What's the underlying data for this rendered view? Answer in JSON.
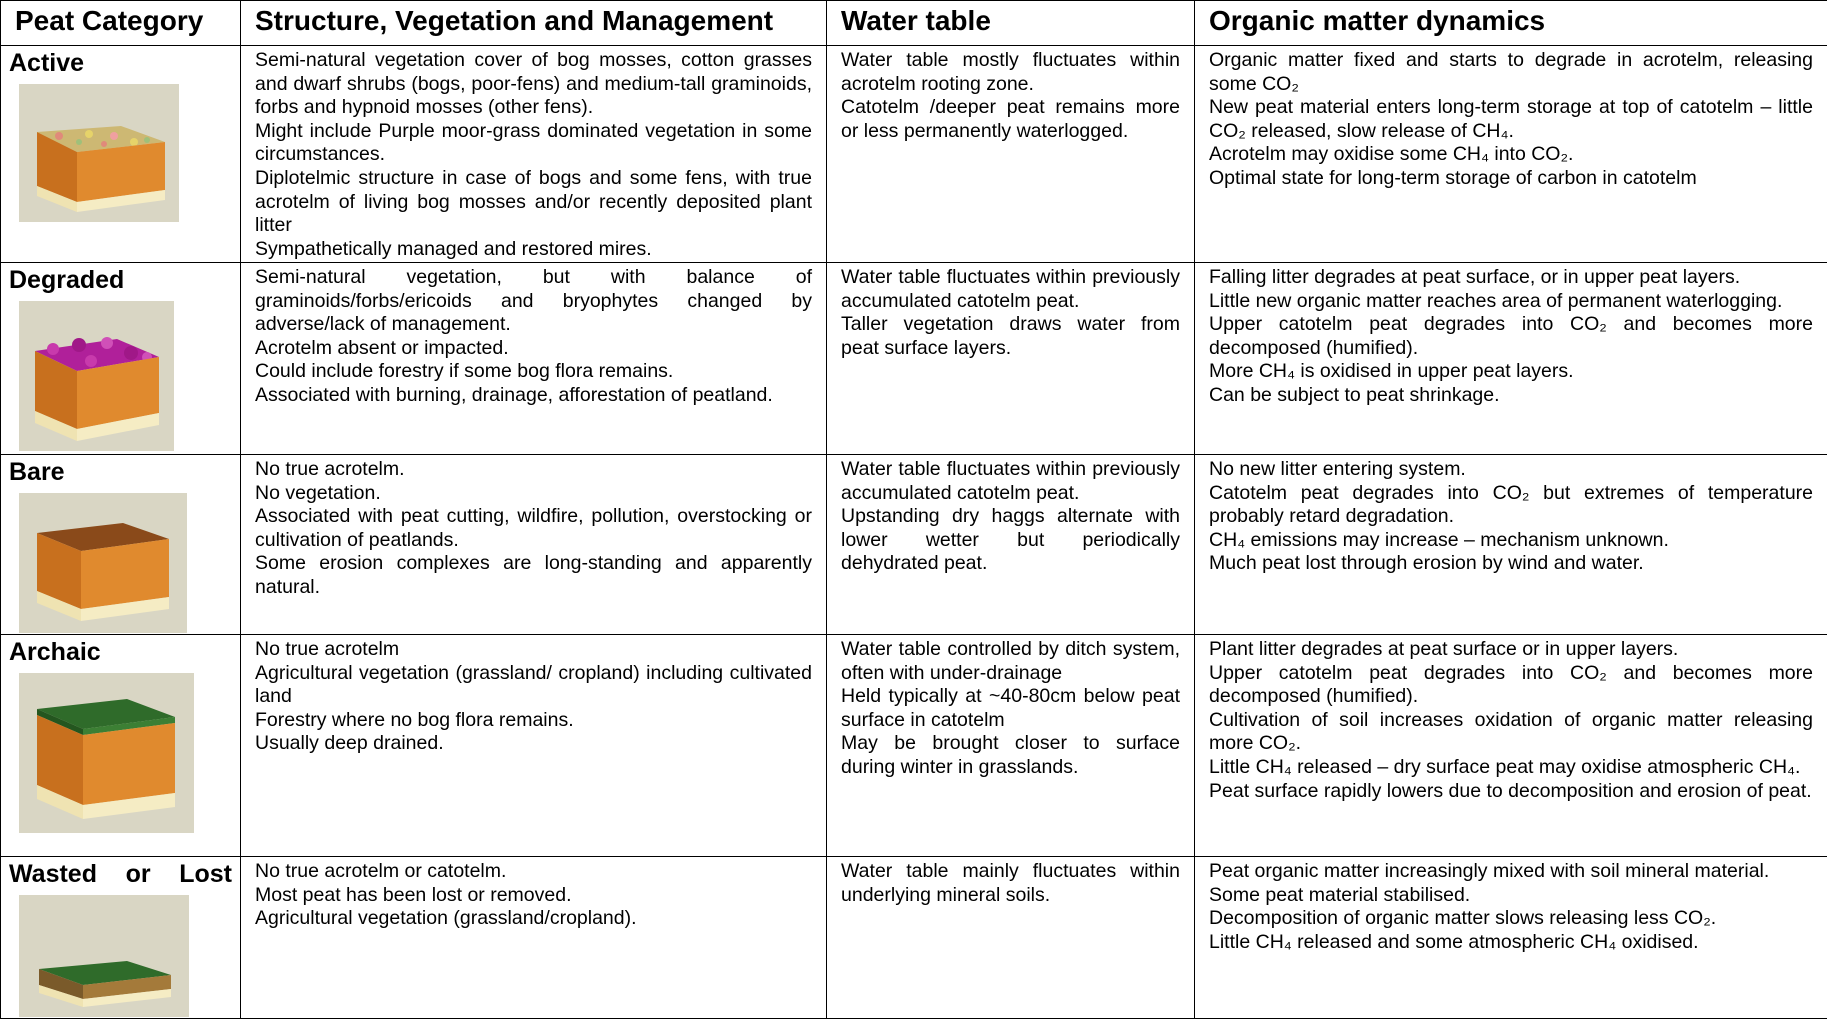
{
  "headers": {
    "category": "Peat Category",
    "structure": "Structure, Vegetation and Management",
    "water": "Water table",
    "organic": "Organic matter dynamics"
  },
  "rows": [
    {
      "category": "Active",
      "top_color": "#c8b46a",
      "structure": [
        "Semi-natural vegetation cover of bog mosses, cotton grasses and dwarf shrubs (bogs, poor-fens) and medium-tall graminoids, forbs and hypnoid mosses (other fens).",
        "Might include Purple moor-grass dominated vegetation in some circumstances.",
        "Diplotelmic structure in case of bogs and some fens, with true acrotelm of living bog mosses and/or recently deposited plant litter",
        "Sympathetically managed and restored mires."
      ],
      "water": [
        "Water table mostly fluctuates within acrotelm rooting zone.",
        "Catotelm /deeper peat remains more or less permanently waterlogged."
      ],
      "organic": [
        "Organic matter fixed and starts to degrade in acrotelm, releasing some CO₂",
        "New peat material enters long-term storage at top of catotelm – little CO₂ released, slow release of CH₄.",
        "Acrotelm may oxidise some CH₄ into CO₂.",
        "Optimal state for long-term storage of carbon in catotelm"
      ]
    },
    {
      "category": "Degraded",
      "top_color": "#b0209a",
      "structure": [
        "Semi-natural vegetation, but with balance of graminoids/forbs/ericoids and bryophytes changed by adverse/lack of management.",
        "Acrotelm absent or impacted.",
        "Could include forestry if some bog flora remains.",
        "Associated with burning, drainage, afforestation of peatland."
      ],
      "water": [
        "Water table fluctuates within previously accumulated catotelm peat.",
        "Taller vegetation draws water from peat surface layers."
      ],
      "organic": [
        "Falling litter degrades at peat surface, or in upper peat layers.",
        "Little new organic matter reaches area of permanent waterlogging.",
        "Upper catotelm peat degrades into CO₂ and becomes more decomposed (humified).",
        "More CH₄ is oxidised in upper peat layers.",
        "Can be subject to peat shrinkage."
      ]
    },
    {
      "category": "Bare",
      "top_color": "#8a4a1a",
      "structure": [
        "No true acrotelm.",
        "No vegetation.",
        "Associated with peat cutting, wildfire, pollution, overstocking or cultivation of peatlands.",
        "Some erosion complexes are long-standing and apparently natural."
      ],
      "water": [
        "Water table fluctuates within previously accumulated catotelm peat.",
        "Upstanding dry haggs alternate with lower wetter but periodically dehydrated peat."
      ],
      "organic": [
        "No new litter entering system.",
        "Catotelm peat degrades into CO₂ but extremes of temperature probably retard degradation.",
        "CH₄ emissions may increase – mechanism unknown.",
        "Much peat lost through erosion by wind and water."
      ]
    },
    {
      "category": "Archaic",
      "top_color": "#2f6b2a",
      "structure": [
        "No true acrotelm",
        "Agricultural vegetation (grassland/ cropland) including cultivated land",
        "Forestry where no bog flora remains.",
        "Usually deep drained."
      ],
      "water": [
        "Water table controlled by ditch system, often with under-drainage",
        "Held typically at ~40-80cm below peat surface in catotelm",
        "May be brought closer to surface during winter in grasslands."
      ],
      "organic": [
        "Plant litter degrades at peat surface or in upper layers.",
        "Upper catotelm peat degrades into CO₂ and becomes more decomposed (humified).",
        "Cultivation of soil increases oxidation of organic matter releasing more CO₂.",
        "Little CH₄ released – dry surface peat may oxidise atmospheric CH₄.",
        "Peat surface rapidly lowers due to decomposition and erosion of peat."
      ]
    },
    {
      "category": "Wasted or Lost",
      "top_color": "#2f6b2a",
      "structure": [
        "No true acrotelm or catotelm.",
        "Most peat has been lost or removed.",
        "Agricultural vegetation (grassland/cropland)."
      ],
      "water": [
        "Water table mainly fluctuates within underlying mineral soils."
      ],
      "organic": [
        "Peat organic matter increasingly mixed with soil mineral material.",
        "Some peat material stabilised.",
        "Decomposition of organic matter slows releasing less CO₂.",
        "Little CH₄ released and some atmospheric CH₄ oxidised."
      ]
    }
  ]
}
